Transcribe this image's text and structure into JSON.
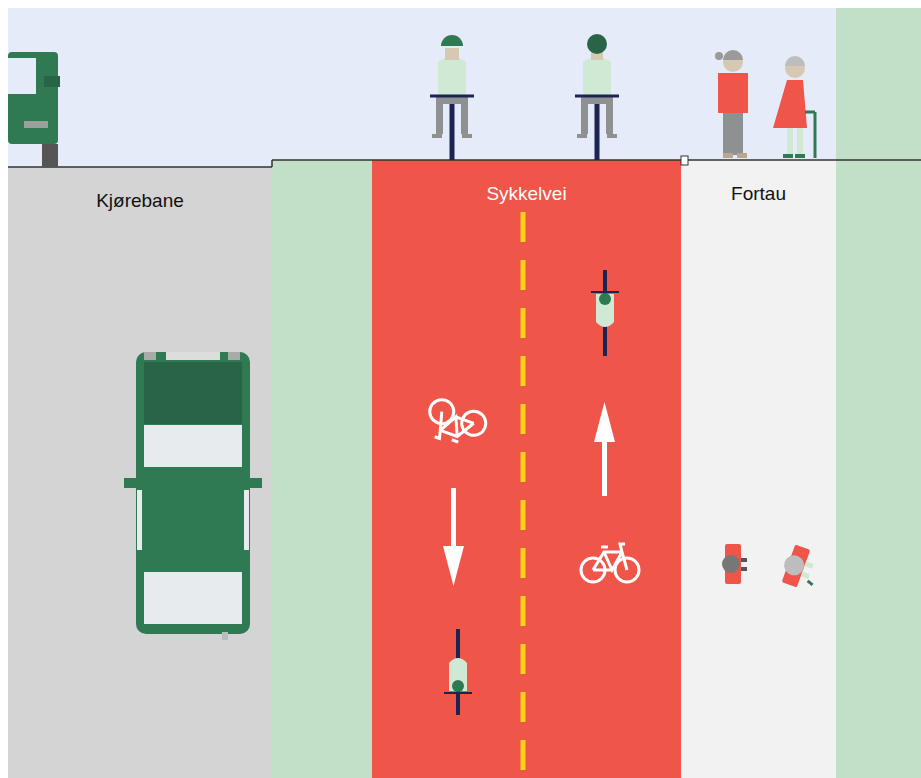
{
  "diagram": {
    "nodes": [
      {
        "text": [
          "Kjørebane"
        ]
      },
      {
        "text": [
          "Sykkelvei"
        ]
      },
      {
        "text": [
          "Fortau"
        ]
      }
    ]
  }
}
